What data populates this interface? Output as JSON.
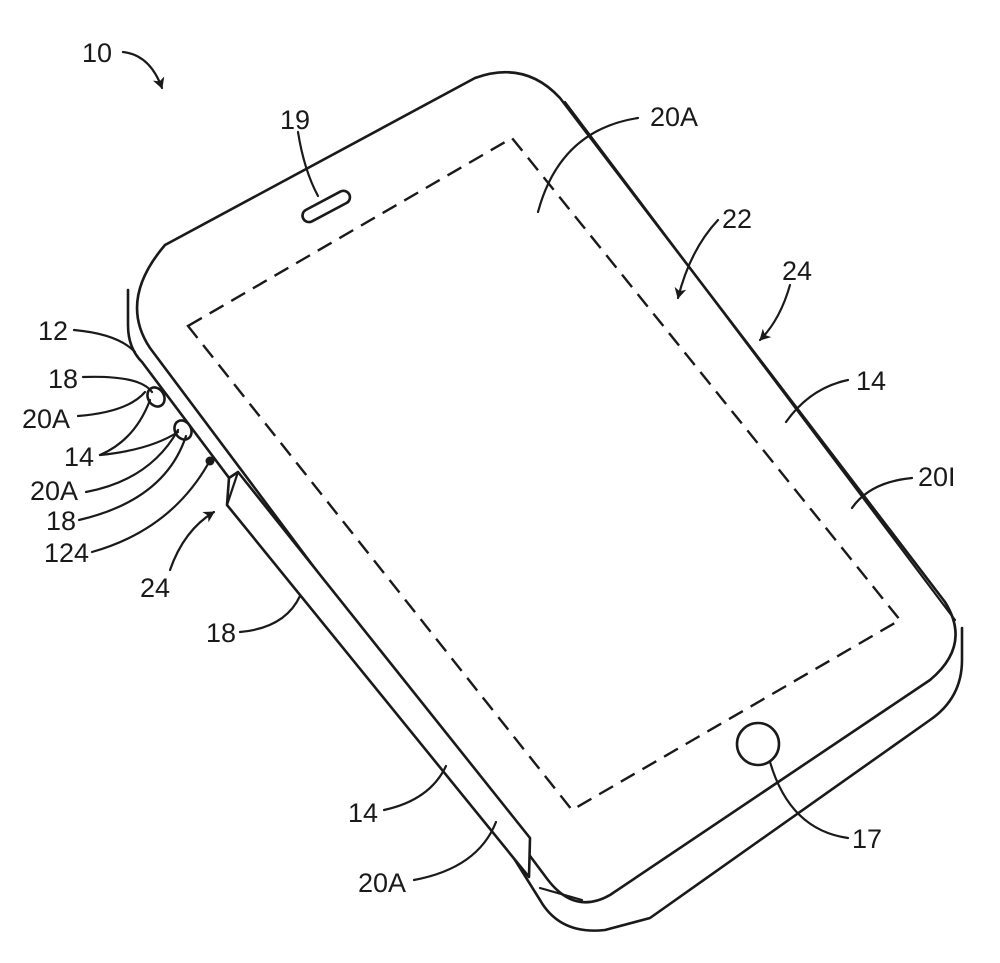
{
  "figure": {
    "labels": {
      "device": "10",
      "speaker": "19",
      "front_area": "20A",
      "display": "22",
      "side_right": "24",
      "right_edge": "14",
      "interior": "20I",
      "housing": "12",
      "button_upper": "18",
      "button_upper_area": "20A",
      "edge_buttons": "14",
      "button_lower_area": "20A",
      "button_lower": "18",
      "sensor": "124",
      "side_left": "24",
      "side_strip": "18",
      "side_edge": "14",
      "side_strip_area": "20A",
      "home_button": "17"
    },
    "line_color": "#1a1a1a",
    "background": "#ffffff"
  }
}
